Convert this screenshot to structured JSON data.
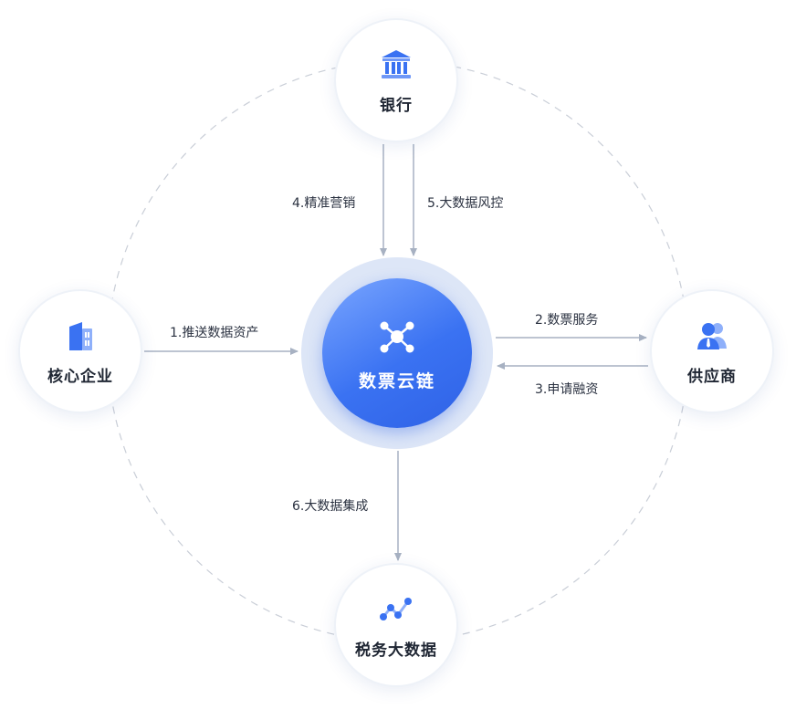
{
  "nodes": {
    "bank": {
      "label": "银行",
      "icon": "bank-icon"
    },
    "core": {
      "label": "核心企业",
      "icon": "building-icon"
    },
    "supplier": {
      "label": "供应商",
      "icon": "users-icon"
    },
    "tax": {
      "label": "税务大数据",
      "icon": "line-chart-icon"
    },
    "hub": {
      "label": "数票云链",
      "icon": "network-icon"
    }
  },
  "edges": [
    {
      "label": "1.推送数据资产"
    },
    {
      "label": "2.数票服务"
    },
    {
      "label": "3.申请融资"
    },
    {
      "label": "4.精准营销"
    },
    {
      "label": "5.大数据风控"
    },
    {
      "label": "6.大数据集成"
    }
  ],
  "colors": {
    "accent": "#3a72f2",
    "line": "#a7b1c2",
    "dashed": "#c9ced7",
    "hub_halo": "#dde6f7"
  }
}
